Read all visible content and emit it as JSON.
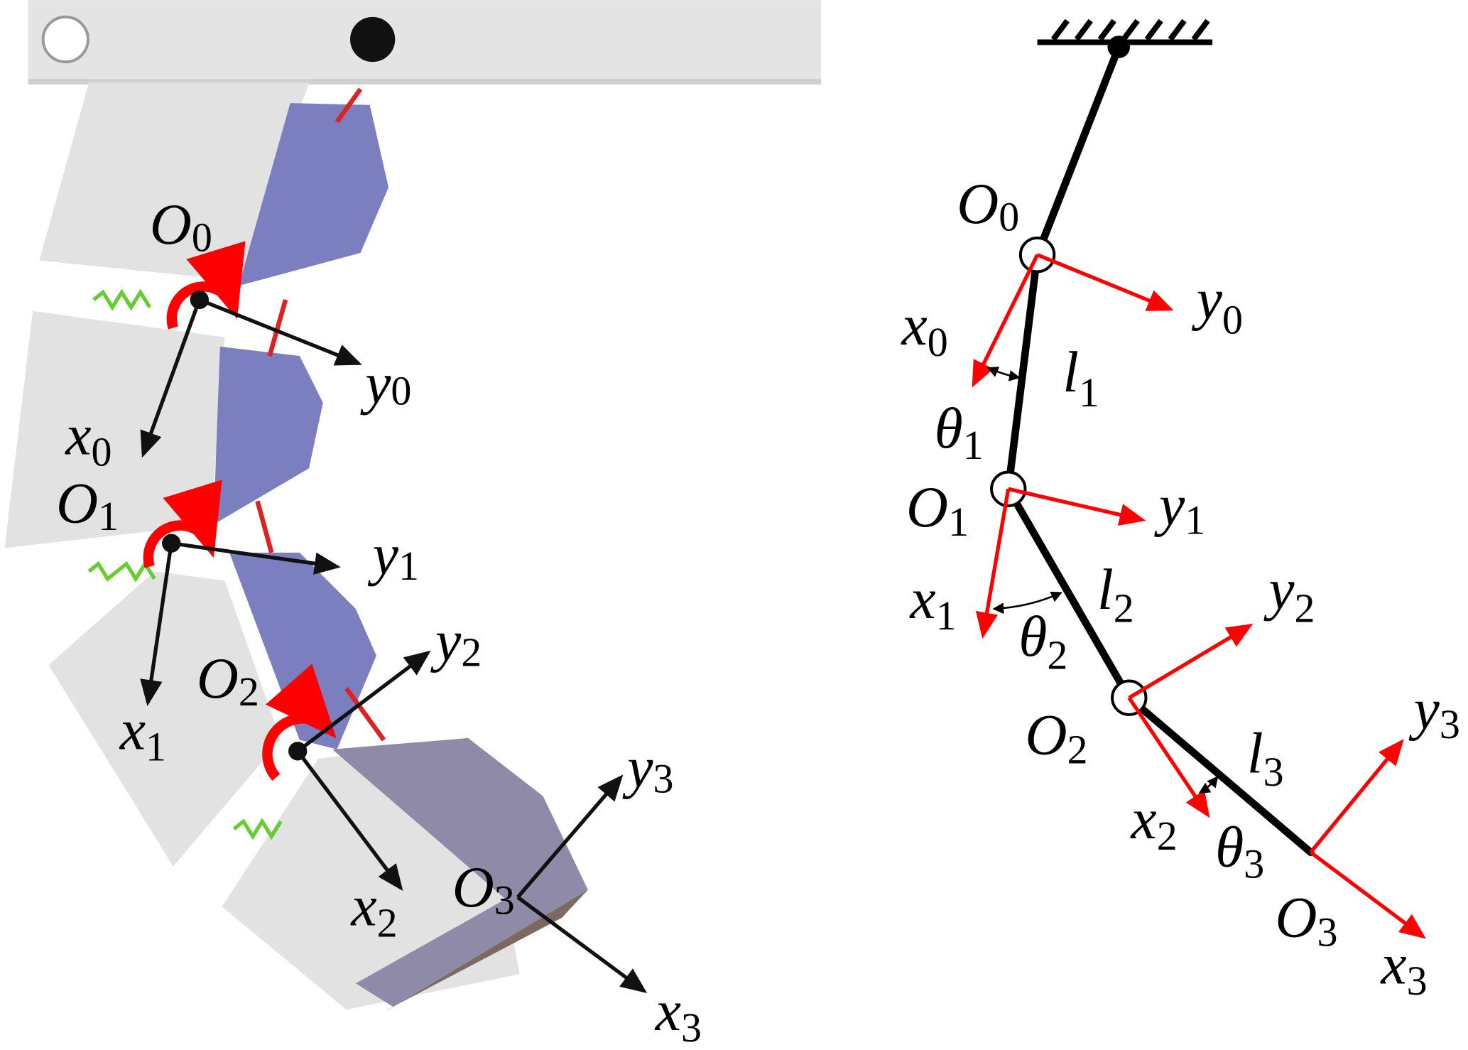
{
  "left": {
    "O0": {
      "main": "O",
      "sub": "0"
    },
    "O1": {
      "main": "O",
      "sub": "1"
    },
    "O2": {
      "main": "O",
      "sub": "2"
    },
    "O3": {
      "main": "O",
      "sub": "3"
    },
    "x0": {
      "main": "x",
      "sub": "0"
    },
    "x1": {
      "main": "x",
      "sub": "1"
    },
    "x2": {
      "main": "x",
      "sub": "2"
    },
    "x3": {
      "main": "x",
      "sub": "3"
    },
    "y0": {
      "main": "y",
      "sub": "0"
    },
    "y1": {
      "main": "y",
      "sub": "1"
    },
    "y2": {
      "main": "y",
      "sub": "2"
    },
    "y3": {
      "main": "y",
      "sub": "3"
    }
  },
  "right": {
    "O0": {
      "main": "O",
      "sub": "0"
    },
    "O1": {
      "main": "O",
      "sub": "1"
    },
    "O2": {
      "main": "O",
      "sub": "2"
    },
    "O3": {
      "main": "O",
      "sub": "3"
    },
    "x0": {
      "main": "x",
      "sub": "0"
    },
    "x1": {
      "main": "x",
      "sub": "1"
    },
    "x2": {
      "main": "x",
      "sub": "2"
    },
    "x3": {
      "main": "x",
      "sub": "3"
    },
    "y0": {
      "main": "y",
      "sub": "0"
    },
    "y1": {
      "main": "y",
      "sub": "1"
    },
    "y2": {
      "main": "y",
      "sub": "2"
    },
    "y3": {
      "main": "y",
      "sub": "3"
    },
    "l1": {
      "main": "l",
      "sub": "1"
    },
    "l2": {
      "main": "l",
      "sub": "2"
    },
    "l3": {
      "main": "l",
      "sub": "3"
    },
    "t1": {
      "main": "θ",
      "sub": "1"
    },
    "t2": {
      "main": "θ",
      "sub": "2"
    },
    "t3": {
      "main": "θ",
      "sub": "3"
    }
  },
  "colors": {
    "frame_arrow": "#ff0000",
    "link": "#000000",
    "block_gray": "#e2e2e2",
    "block_blue": "#7b7fc0"
  }
}
